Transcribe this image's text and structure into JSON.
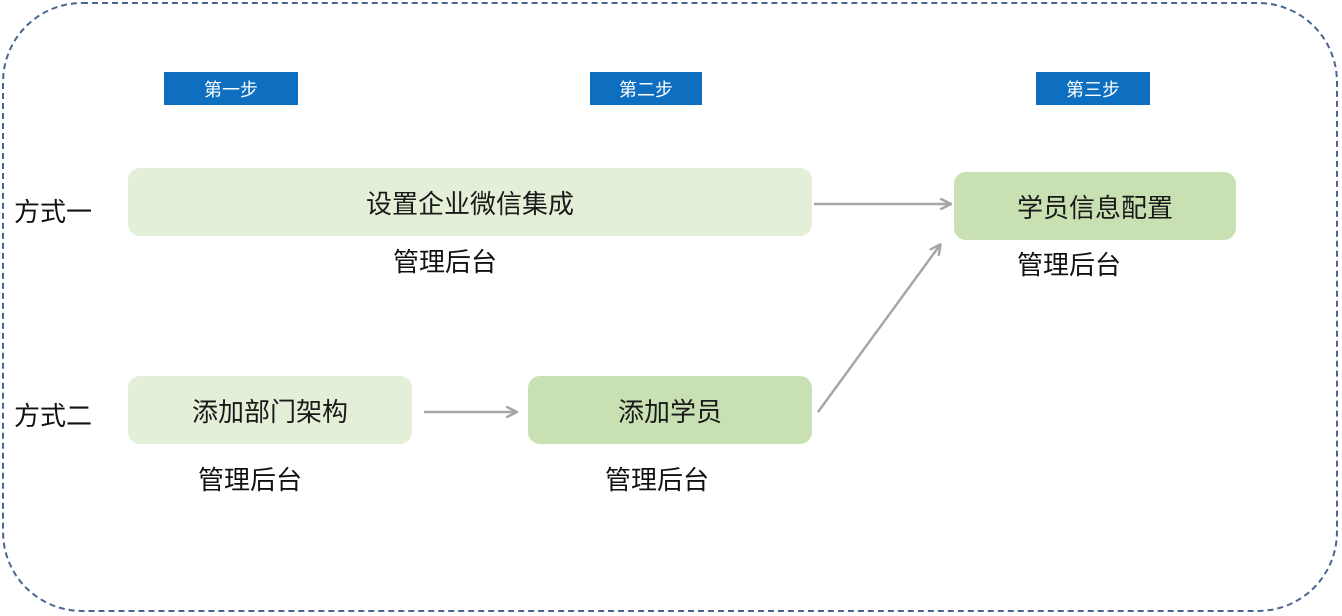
{
  "steps": {
    "step1": "第一步",
    "step2": "第二步",
    "step3": "第三步"
  },
  "methods": {
    "method1": "方式一",
    "method2": "方式二"
  },
  "nodes": {
    "wechat_integration": "设置企业微信集成",
    "student_info_config": "学员信息配置",
    "add_department": "添加部门架构",
    "add_student": "添加学员"
  },
  "captions": {
    "admin_backend": "管理后台"
  },
  "colors": {
    "step_tag": "#0e6fc0",
    "node_light": "#e3efd7",
    "node_mid": "#c8e0b2",
    "arrow": "#a6a6a6",
    "frame_border": "#4a6592"
  }
}
